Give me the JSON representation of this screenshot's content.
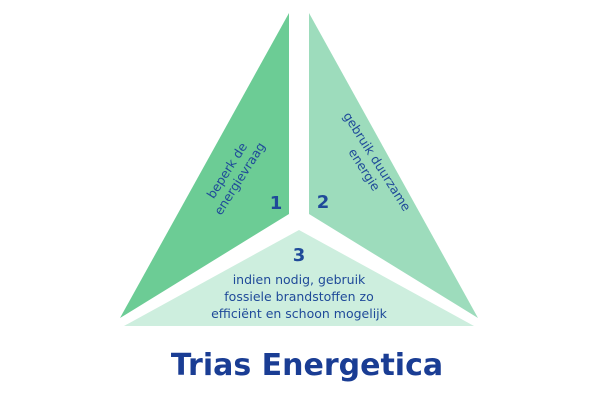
{
  "title": "Trias Energetica",
  "colors": {
    "segment_1": "#6ccc95",
    "segment_2": "#9ddcbc",
    "segment_3": "#cdeede",
    "text": "#1f4a99",
    "title": "#1a3d94"
  },
  "segments": [
    {
      "number": "1",
      "lines": [
        "beperk de",
        "energievraag"
      ]
    },
    {
      "number": "2",
      "lines": [
        "gebruik duurzame",
        "energie"
      ]
    },
    {
      "number": "3",
      "lines": [
        "indien nodig, gebruik",
        "fossiele brandstoffen zo",
        "efficiënt en schoon mogelijk"
      ]
    }
  ]
}
